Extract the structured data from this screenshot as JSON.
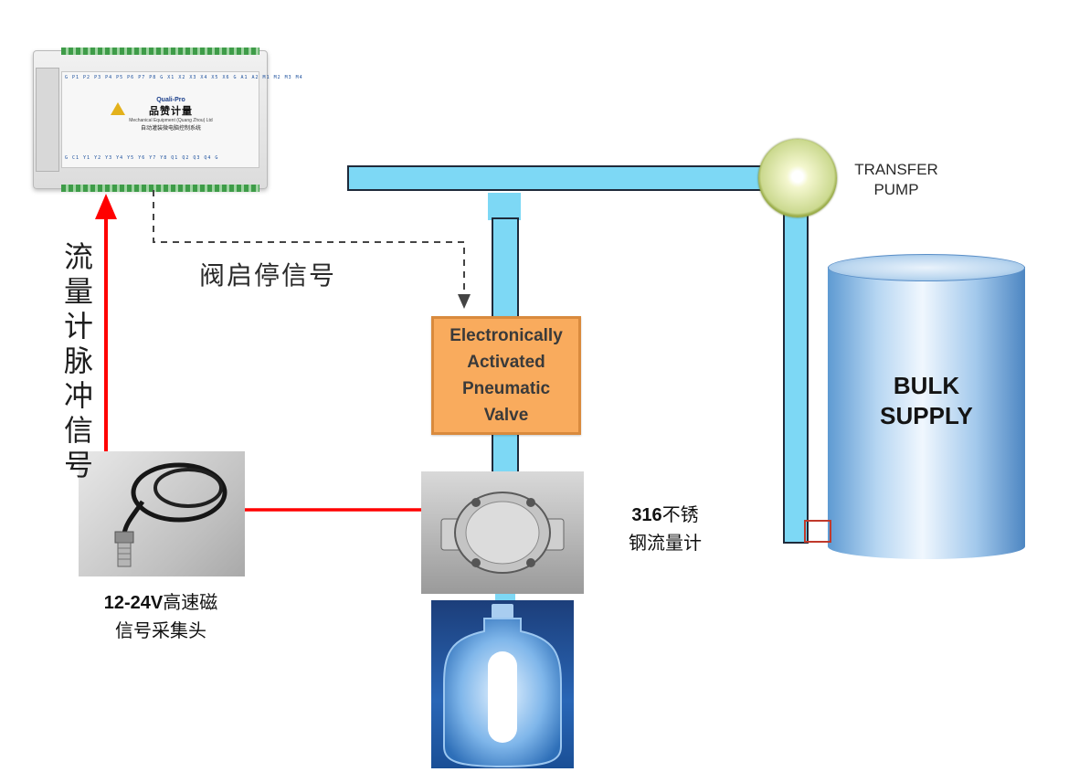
{
  "controller": {
    "brand_en": "Quali-Pro",
    "brand_cn": "品赞计量",
    "subtitle": "Mechanical Equipment (Quang Zhou) Ltd",
    "system_name": "自动灌装微电脑控制系统",
    "pin_row_top": "G P1 P2 P3 P4 P5 P6 P7 P8 G X1 X2 X3 X4 X5 X6 G A1 A2 M1 M2 M3 M4",
    "pin_row_bottom": "G C1 Y1 Y2 Y3 Y4 Y5 Y6 Y7 Y8 Q1 Q2 Q3 Q4 G"
  },
  "labels": {
    "pulse_signal_vertical": [
      "流",
      "量",
      "计",
      "脉",
      "冲",
      "信",
      "号"
    ],
    "valve_signal": "阀启停信号",
    "valve_lines": [
      "Electronically",
      "Activated",
      "Pneumatic",
      "Valve"
    ],
    "transfer_pump_lines": [
      "TRANSFER",
      "PUMP"
    ],
    "bulk_supply_lines": [
      "BULK",
      "SUPPLY"
    ],
    "sensor_caption_line1_bold": "12-24V",
    "sensor_caption_line1_rest": "高速磁",
    "sensor_caption_line2": "信号采集头",
    "meter_caption_line1_bold": "316",
    "meter_caption_line1_rest": "不锈",
    "meter_caption_line2": "钢流量计"
  },
  "colors": {
    "pipe_fill": "#7dd8f5",
    "pipe_border": "#1f2a3a",
    "pulse_signal_line": "#ff0000",
    "valve_box": "#f9ab5d",
    "valve_signal_line": "#444444"
  }
}
